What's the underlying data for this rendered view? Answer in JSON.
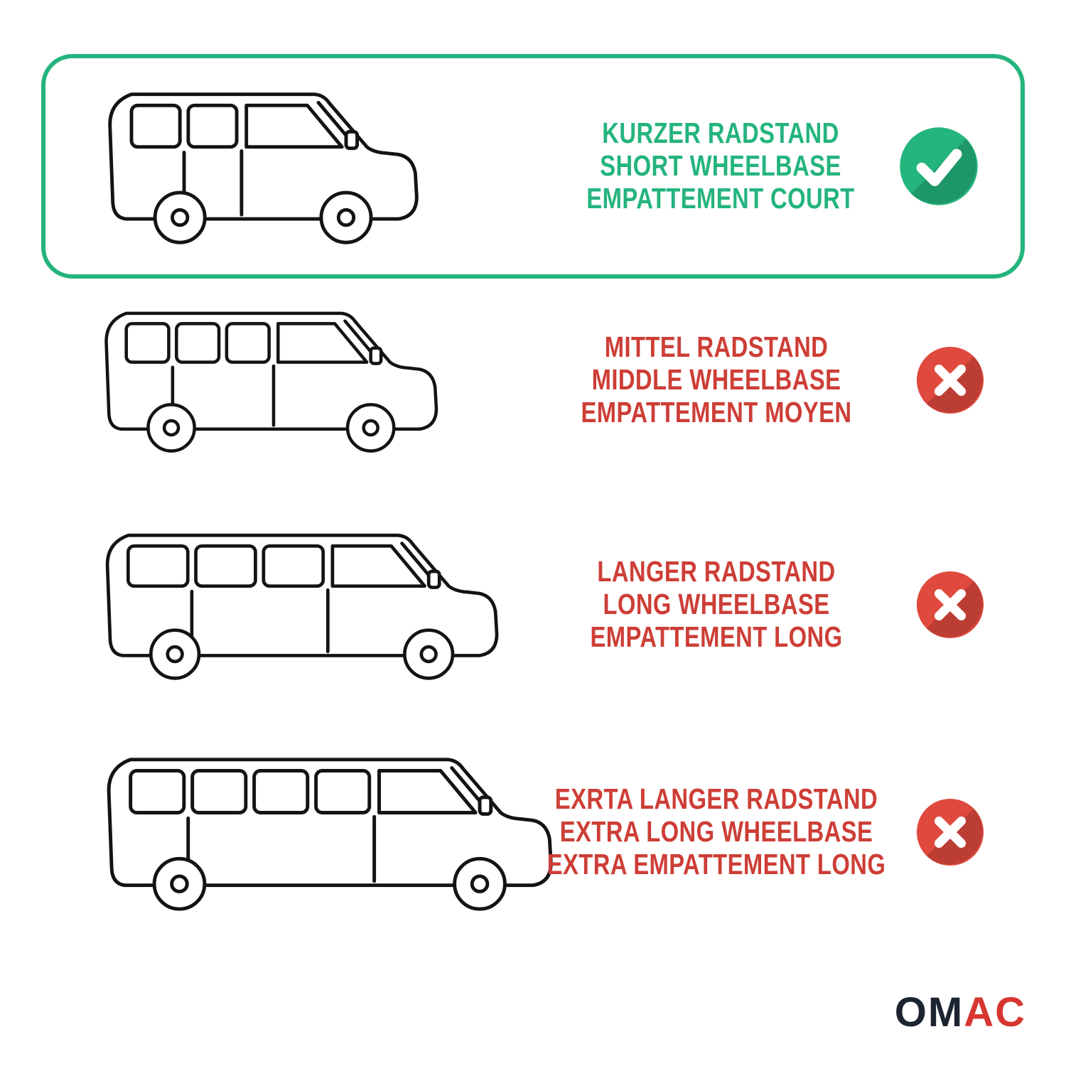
{
  "colors": {
    "green": "#24b47d",
    "red_text": "#cd3e36",
    "red_icon": "#e0493d",
    "dark": "#131313",
    "logo_dark": "#1c2431",
    "logo_red": "#d6362f"
  },
  "rows": [
    {
      "name": "short-wheelbase",
      "highlighted": true,
      "status": "check",
      "icon": "check-icon",
      "lines": [
        "KURZER RADSTAND",
        "SHORT WHEELBASE",
        "EMPATTEMENT COURT"
      ],
      "van": {
        "body_len": 280,
        "window_panes": 2
      }
    },
    {
      "name": "middle-wheelbase",
      "highlighted": false,
      "status": "cross",
      "icon": "cross-icon",
      "lines": [
        "MITTEL RADSTAND",
        "MIDDLE WHEELBASE",
        "EMPATTEMENT MOYEN"
      ],
      "van": {
        "body_len": 350,
        "window_panes": 3
      }
    },
    {
      "name": "long-wheelbase",
      "highlighted": false,
      "status": "cross",
      "icon": "cross-icon",
      "lines": [
        "LANGER RADSTAND",
        "LONG WHEELBASE",
        "EMPATTEMENT LONG"
      ],
      "van": {
        "body_len": 420,
        "window_panes": 3
      }
    },
    {
      "name": "extra-long-wheelbase",
      "highlighted": false,
      "status": "cross",
      "icon": "cross-icon",
      "lines": [
        "EXRTA LANGER RADSTAND",
        "EXTRA LONG WHEELBASE",
        "EXTRA EMPATTEMENT LONG"
      ],
      "van": {
        "body_len": 470,
        "window_panes": 4
      }
    }
  ],
  "logo": {
    "dark": "OM",
    "red": "AC"
  }
}
